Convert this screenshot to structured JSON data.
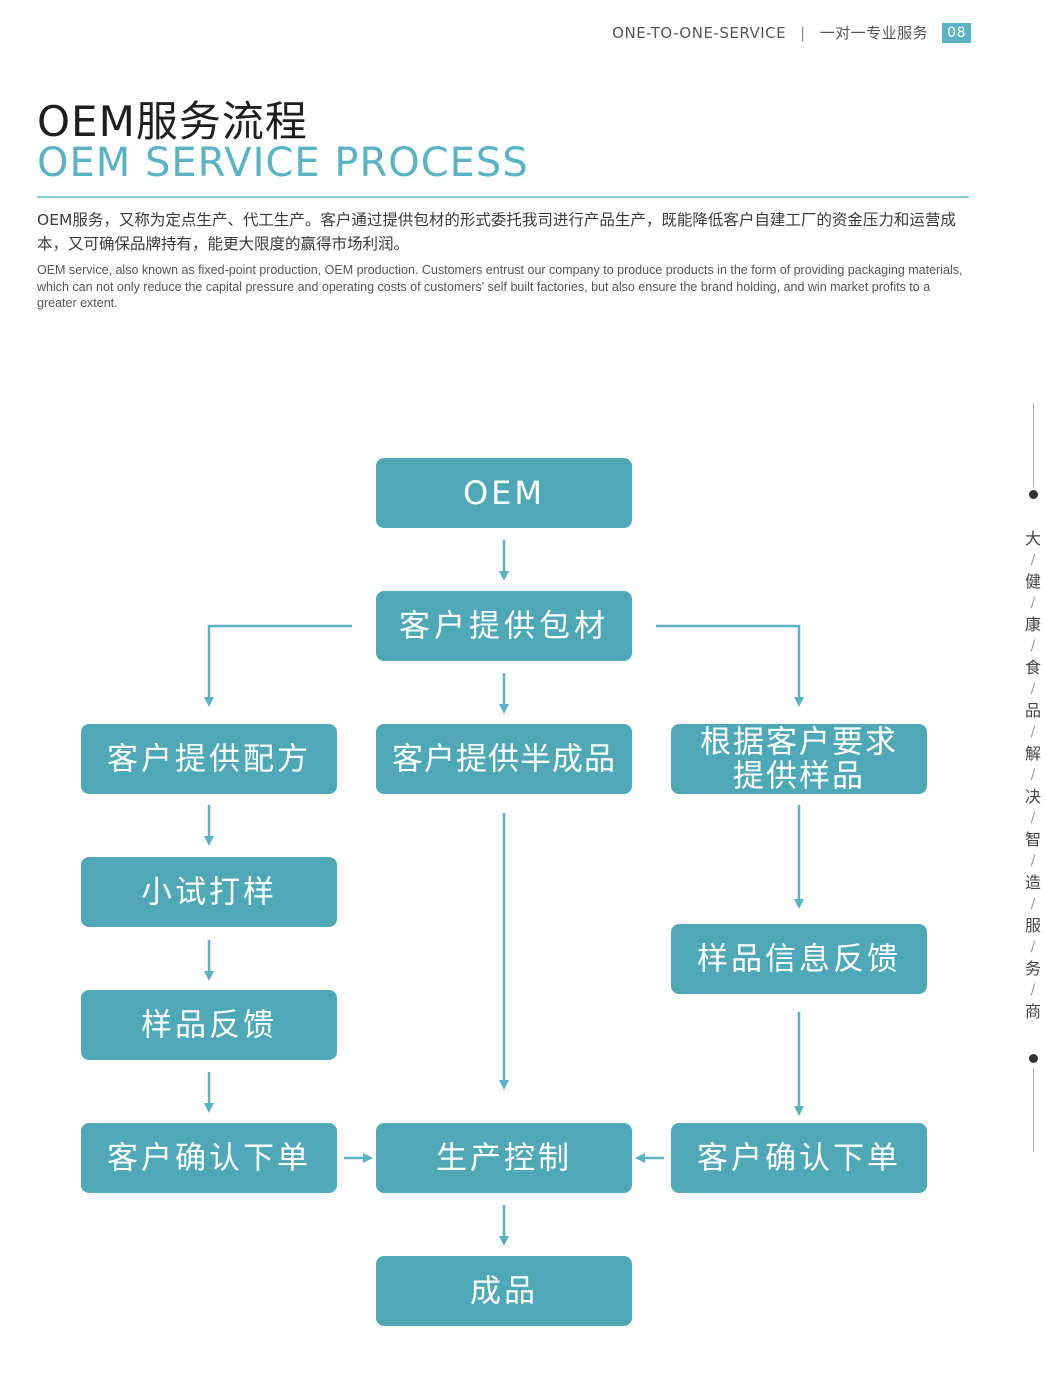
{
  "header": {
    "service_en": "ONE-TO-ONE-SERVICE",
    "separator": "|",
    "service_cn": "一对一专业服务",
    "page_number": "08"
  },
  "title": {
    "cn": "OEM服务流程",
    "en": "OEM SERVICE PROCESS"
  },
  "description": {
    "cn": "OEM服务，又称为定点生产、代工生产。客户通过提供包材的形式委托我司进行产品生产，既能降低客户自建工厂的资金压力和运营成本，又可确保品牌持有，能更大限度的赢得市场利润。",
    "en": "OEM service, also known as fixed-point production, OEM production. Customers entrust our company to produce products in the form of providing packaging materials, which can not only reduce the capital pressure and operating costs of customers' self built factories, but also ensure the brand holding, and win market profits to a greater extent."
  },
  "flow": {
    "colors": {
      "box": "#4fa8b5",
      "arrow": "#5ab3c3"
    },
    "nodes": {
      "oem": "OEM",
      "provide_packaging": "客户提供包材",
      "provide_formula": "客户提供配方",
      "provide_semi": "客户提供半成品",
      "sample_req_1": "根据客户要求",
      "sample_req_2": "提供样品",
      "trial_sample": "小试打样",
      "sample_feedback": "样品反馈",
      "sample_info_feedback": "样品信息反馈",
      "confirm_order_left": "客户确认下单",
      "production_control": "生产控制",
      "confirm_order_right": "客户确认下单",
      "finished_product": "成品"
    }
  },
  "sidebar": {
    "chars": [
      "大",
      "健",
      "康",
      "食",
      "品",
      "解",
      "决",
      "智",
      "造",
      "服",
      "务",
      "商"
    ]
  }
}
